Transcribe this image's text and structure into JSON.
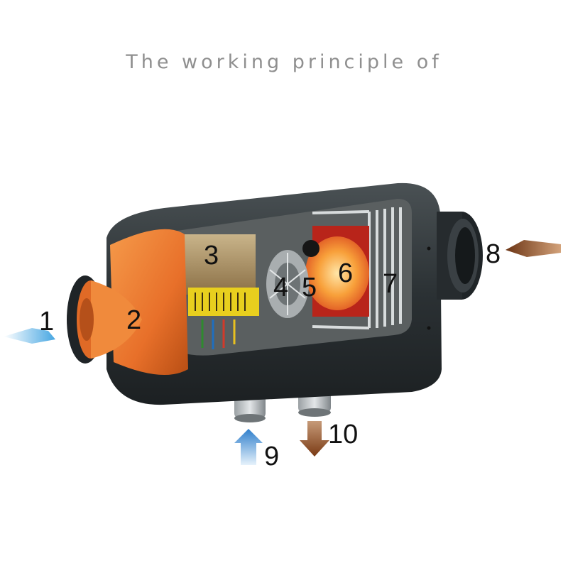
{
  "title": "The working principle of",
  "labels": {
    "n1": "1",
    "n2": "2",
    "n3": "3",
    "n4": "4",
    "n5": "5",
    "n6": "6",
    "n7": "7",
    "n8": "8",
    "n9": "9",
    "n10": "10"
  },
  "colors": {
    "housing": "#2e3436",
    "fan_orange": "#ef7b2c",
    "flame": "#f6a23a",
    "cold_air": "#5ab4e8",
    "hot_air": "#8a4a22"
  }
}
